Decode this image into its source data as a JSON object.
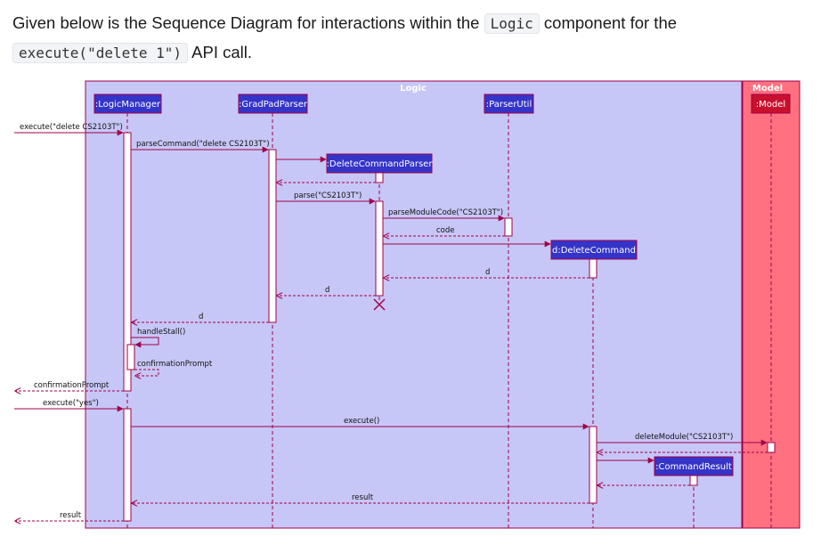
{
  "intro": {
    "text1": "Given below is the Sequence Diagram for interactions within the",
    "code1": "Logic",
    "text2": "component for the",
    "code2": "execute(\"delete 1\")",
    "text3": "API call."
  },
  "frames": {
    "logic": "Logic",
    "model": "Model"
  },
  "participants": {
    "logic_manager": ":LogicManager",
    "gradpad_parser": ":GradPadParser",
    "delete_command_parser": ":DeleteCommandParser",
    "parser_util": ":ParserUtil",
    "delete_command": "d:DeleteCommand",
    "command_result": ":CommandResult",
    "model": ":Model"
  },
  "messages": {
    "m1": "execute(\"delete CS2103T\")",
    "m2": "parseCommand(\"delete CS2103T\")",
    "m3": "parse(\"CS2103T\")",
    "m4": "parseModuleCode(\"CS2103T\")",
    "m5": "code",
    "m6": "d",
    "m7": "d",
    "m8": "d",
    "m9": "handleStall()",
    "m10": "confirmationPrompt",
    "m11": "confirmationPrompt",
    "m12": "execute(\"yes\")",
    "m13": "execute()",
    "m14": "deleteModule(\"CS2103T\")",
    "m15": "result",
    "m16": "result"
  },
  "colors": {
    "logic_frame": "#c7c7f7",
    "model_frame": "#ff7080",
    "participant_box": "#3434c8",
    "model_box": "#c8102e",
    "arrow": "#a0004a",
    "frame_border": "#a0004a"
  }
}
